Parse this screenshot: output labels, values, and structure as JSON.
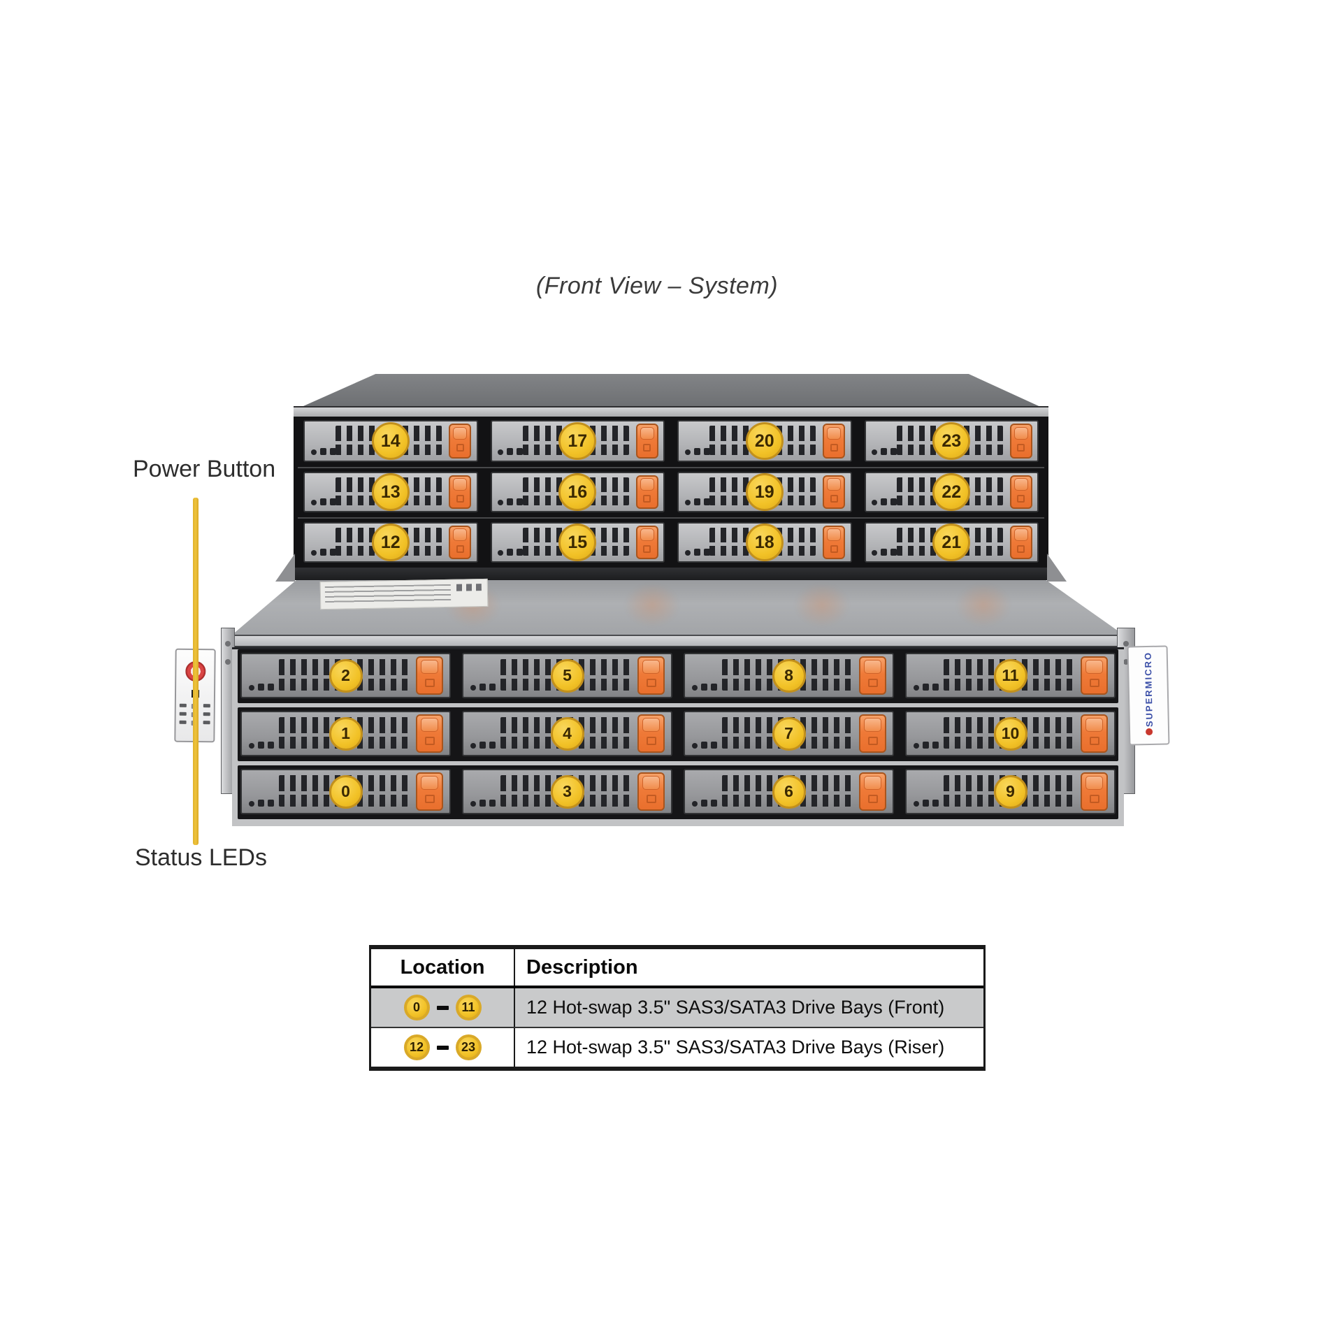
{
  "title": "(Front View – System)",
  "callouts": {
    "power_button": "Power Button",
    "status_leds": "Status LEDs"
  },
  "branding": {
    "vertical_label": "SUPERMICRO"
  },
  "bays": {
    "riser": {
      "rows": [
        [
          14,
          17,
          20,
          23
        ],
        [
          13,
          16,
          19,
          22
        ],
        [
          12,
          15,
          18,
          21
        ]
      ]
    },
    "front": {
      "rows": [
        [
          2,
          5,
          8,
          11
        ],
        [
          1,
          4,
          7,
          10
        ],
        [
          0,
          3,
          6,
          9
        ]
      ]
    }
  },
  "table": {
    "headers": [
      "Location",
      "Description"
    ],
    "rows": [
      {
        "from": "0",
        "to": "11",
        "description": "12 Hot-swap 3.5\" SAS3/SATA3 Drive Bays (Front)",
        "highlighted": true
      },
      {
        "from": "12",
        "to": "23",
        "description": "12 Hot-swap 3.5\" SAS3/SATA3 Drive Bays (Riser)",
        "highlighted": false
      }
    ]
  },
  "colors": {
    "latch_orange": "#EF7A38",
    "badge_yellow": "#F2C227",
    "callout_line_yellow": "#EFC33C",
    "brand_blue": "#3B4FA8",
    "brand_red": "#C8372D",
    "table_row_highlight": "#C9CACB"
  }
}
